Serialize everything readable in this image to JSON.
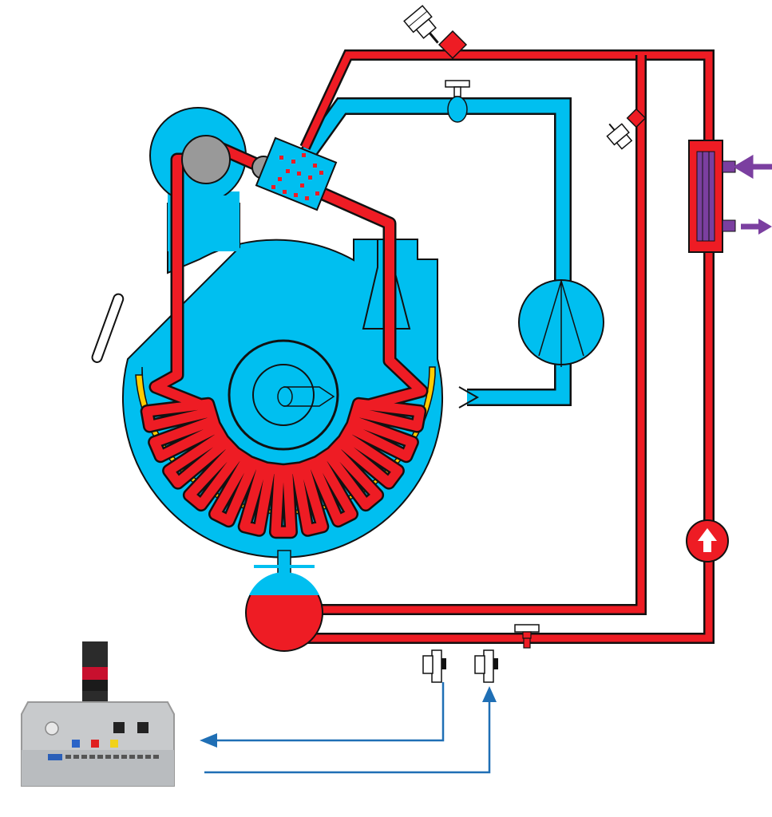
{
  "colors": {
    "hot_medium": "#ee1c24",
    "process_fluid": "#00bff0",
    "insulation": "#ffcc00",
    "outline": "#111111",
    "heat_exchanger": "#7b3fa0",
    "control_arrow": "#1f6fb5",
    "roller": "#999999",
    "controller_body": "#c8cacc"
  },
  "components": [
    {
      "id": "vessel",
      "icon": "cylindrical-vessel-icon"
    },
    {
      "id": "heating-coil",
      "icon": "serpentine-coil-icon"
    },
    {
      "id": "reservoir",
      "icon": "collection-tank-icon"
    },
    {
      "id": "circulation-pump",
      "icon": "pump-arrow-icon"
    },
    {
      "id": "heat-exchanger",
      "icon": "heat-exchanger-icon"
    },
    {
      "id": "control-unit",
      "icon": "control-unit-icon"
    },
    {
      "id": "separator",
      "icon": "round-separator-icon"
    },
    {
      "id": "vacuum-valves",
      "icon": "hand-valve-icon"
    }
  ]
}
